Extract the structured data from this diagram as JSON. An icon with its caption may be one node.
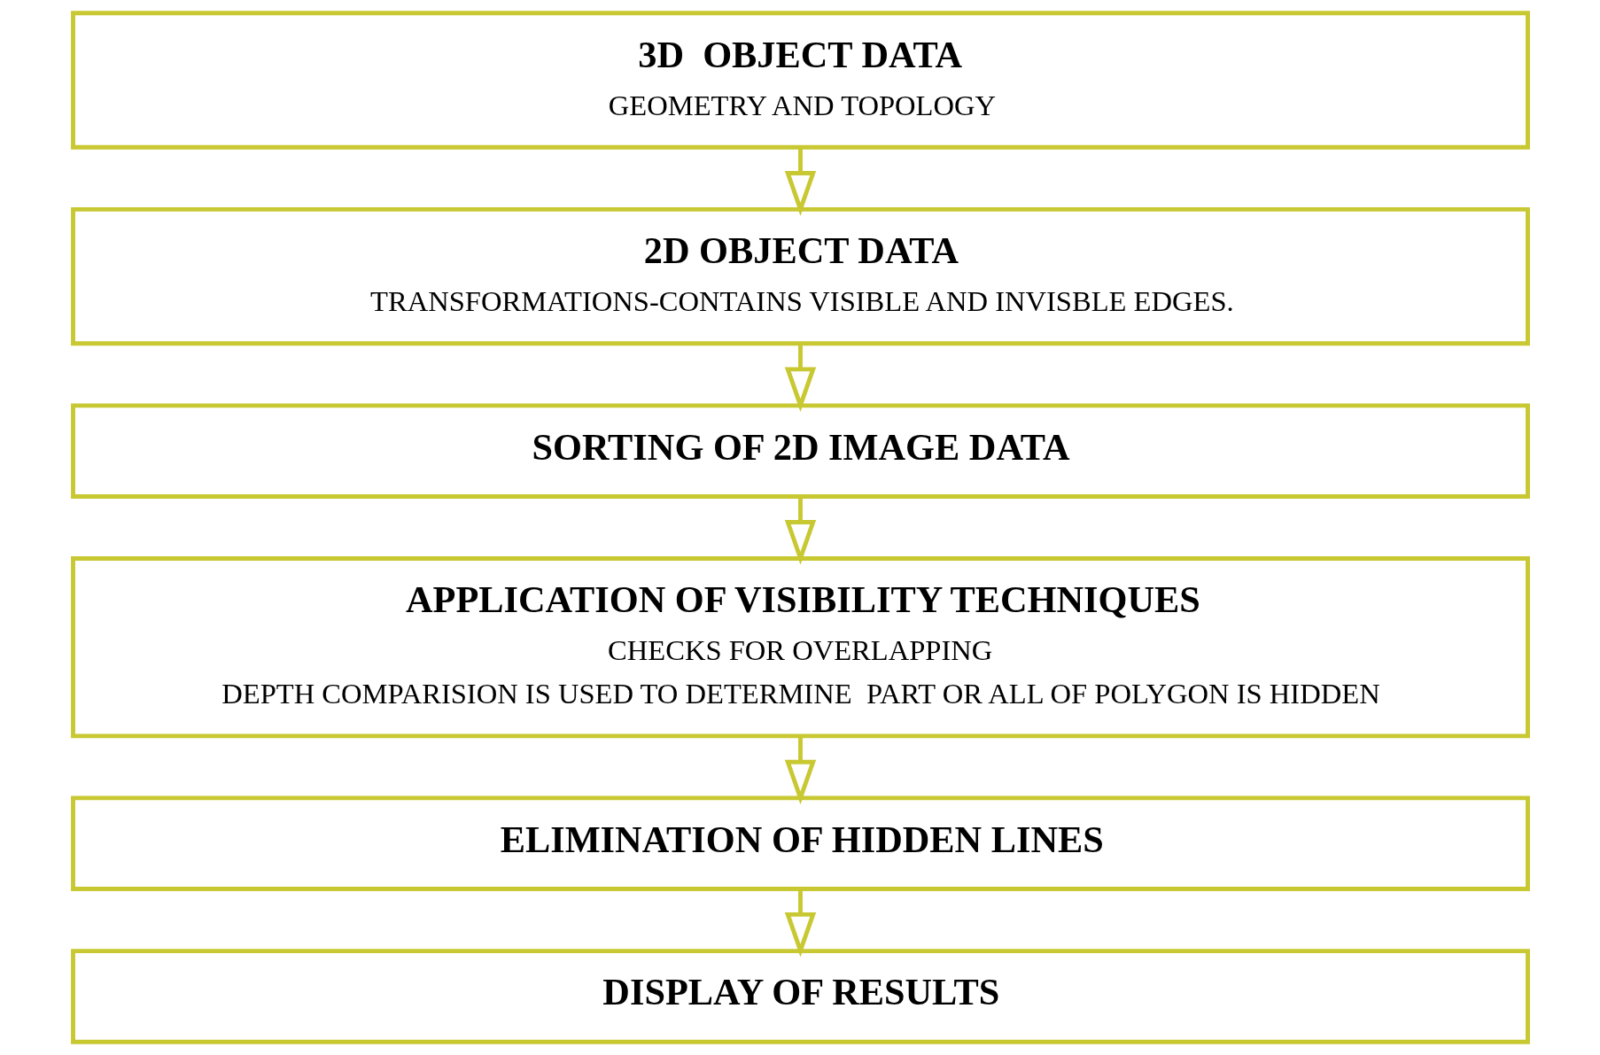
{
  "diagram": {
    "nodes": [
      {
        "text": [
          "3D  OBJECT DATA",
          "GEOMETRY AND TOPOLOGY"
        ]
      },
      {
        "text": [
          "2D OBJECT DATA",
          "TRANSFORMATIONS-CONTAINS VISIBLE AND INVISBLE EDGES."
        ]
      },
      {
        "text": [
          "SORTING OF 2D IMAGE DATA"
        ]
      },
      {
        "text": [
          "APPLICATION OF VISIBILITY TECHNIQUES",
          "CHECKS FOR OVERLAPPING",
          "DEPTH COMPARISION IS USED TO DETERMINE  PART OR ALL OF POLYGON IS HIDDEN"
        ]
      },
      {
        "text": [
          "ELIMINATION OF HIDDEN LINES"
        ]
      },
      {
        "text": [
          "DISPLAY OF RESULTS"
        ]
      }
    ],
    "edges": [
      {
        "from": 0,
        "to": 1,
        "arrow": "to"
      },
      {
        "from": 1,
        "to": 2,
        "arrow": "to"
      },
      {
        "from": 2,
        "to": 3,
        "arrow": "to"
      },
      {
        "from": 3,
        "to": 4,
        "arrow": "to"
      },
      {
        "from": 4,
        "to": 5,
        "arrow": "to"
      }
    ]
  }
}
